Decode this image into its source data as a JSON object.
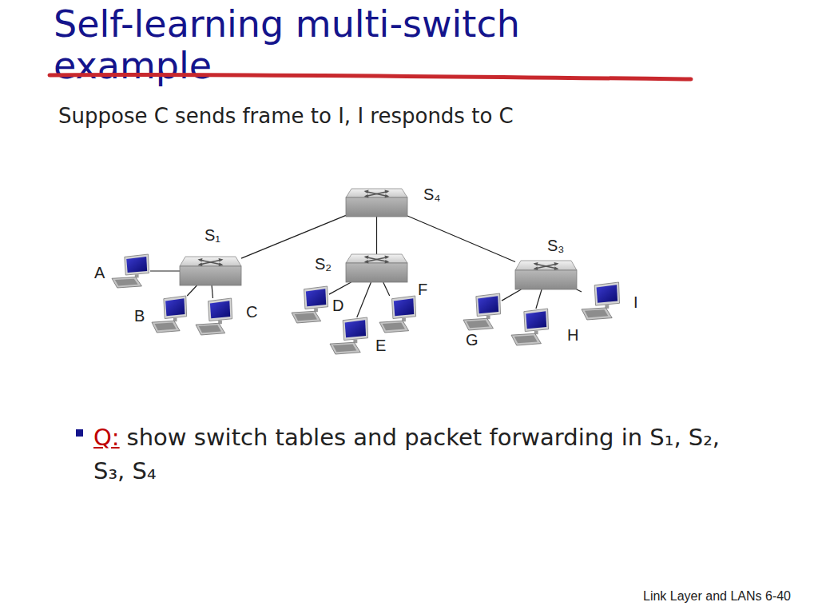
{
  "diagram": {
    "title": "Self-learning multi-switch example",
    "nodes": [
      {
        "text": [
          "S₄"
        ]
      },
      {
        "text": [
          "S₁"
        ]
      },
      {
        "text": [
          "S₂"
        ]
      },
      {
        "text": [
          "S₃"
        ]
      },
      {
        "text": [
          "A"
        ]
      },
      {
        "text": [
          "B"
        ]
      },
      {
        "text": [
          "C"
        ]
      },
      {
        "text": [
          "D"
        ]
      },
      {
        "text": [
          "E"
        ]
      },
      {
        "text": [
          "F"
        ]
      },
      {
        "text": [
          "G"
        ]
      },
      {
        "text": [
          "H"
        ]
      },
      {
        "text": [
          "I"
        ]
      }
    ],
    "edges": [
      {
        "from": 0,
        "to": 1,
        "arrow": "none"
      },
      {
        "from": 0,
        "to": 2,
        "arrow": "none"
      },
      {
        "from": 0,
        "to": 3,
        "arrow": "none"
      },
      {
        "from": 1,
        "to": 4,
        "arrow": "none"
      },
      {
        "from": 1,
        "to": 5,
        "arrow": "none"
      },
      {
        "from": 1,
        "to": 6,
        "arrow": "none"
      },
      {
        "from": 2,
        "to": 7,
        "arrow": "none"
      },
      {
        "from": 2,
        "to": 8,
        "arrow": "none"
      },
      {
        "from": 2,
        "to": 9,
        "arrow": "none"
      },
      {
        "from": 3,
        "to": 10,
        "arrow": "none"
      },
      {
        "from": 3,
        "to": 11,
        "arrow": "none"
      },
      {
        "from": 3,
        "to": 12,
        "arrow": "none"
      }
    ],
    "labels": [
      "Suppose C sends frame to I, I responds to C",
      "Q:",
      "show switch tables and packet forwarding in S₁, S₂, S₃, S₄",
      "Link Layer and LANs 6-40"
    ]
  }
}
